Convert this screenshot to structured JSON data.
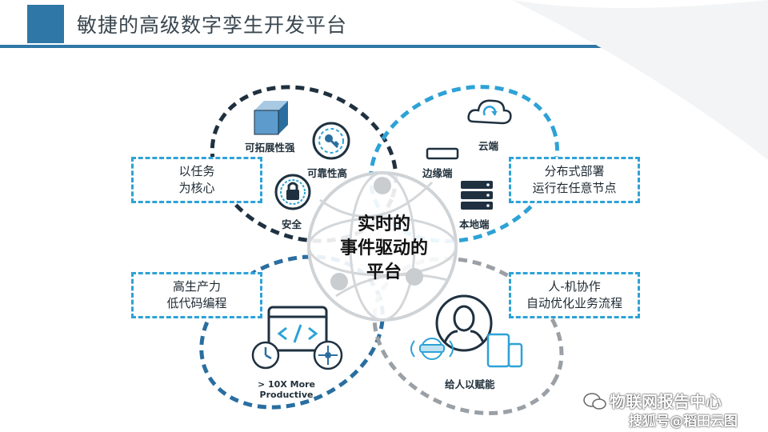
{
  "title": "敏捷的高级数字孪生开发平台",
  "center": {
    "line1": "实时的",
    "line2": "事件驱动的",
    "line3": "平台"
  },
  "boxes": {
    "task": {
      "line1": "以任务",
      "line2": "为核心"
    },
    "deploy": {
      "line1": "分布式部署",
      "line2": "运行在任意节点"
    },
    "lowcode": {
      "line1": "高生产力",
      "line2": "低代码编程"
    },
    "collab": {
      "line1": "人-机协作",
      "line2": "自动优化业务流程"
    }
  },
  "labels": {
    "scalable": "可拓展性强",
    "reliable": "可靠性高",
    "security": "安全",
    "cloud": "云端",
    "edge": "边缘端",
    "local": "本地端",
    "productive": "> 10X More Productive",
    "empower": "给人以赋能"
  },
  "watermark": {
    "line1": "物联网报告中心",
    "line2": "搜狐号@稻田云图"
  },
  "colors": {
    "accent": "#2f77a6",
    "cyan": "#2ea2d6",
    "dark": "#1f3140",
    "gray": "#9aa0a5",
    "navy": "#2a6ea0"
  }
}
